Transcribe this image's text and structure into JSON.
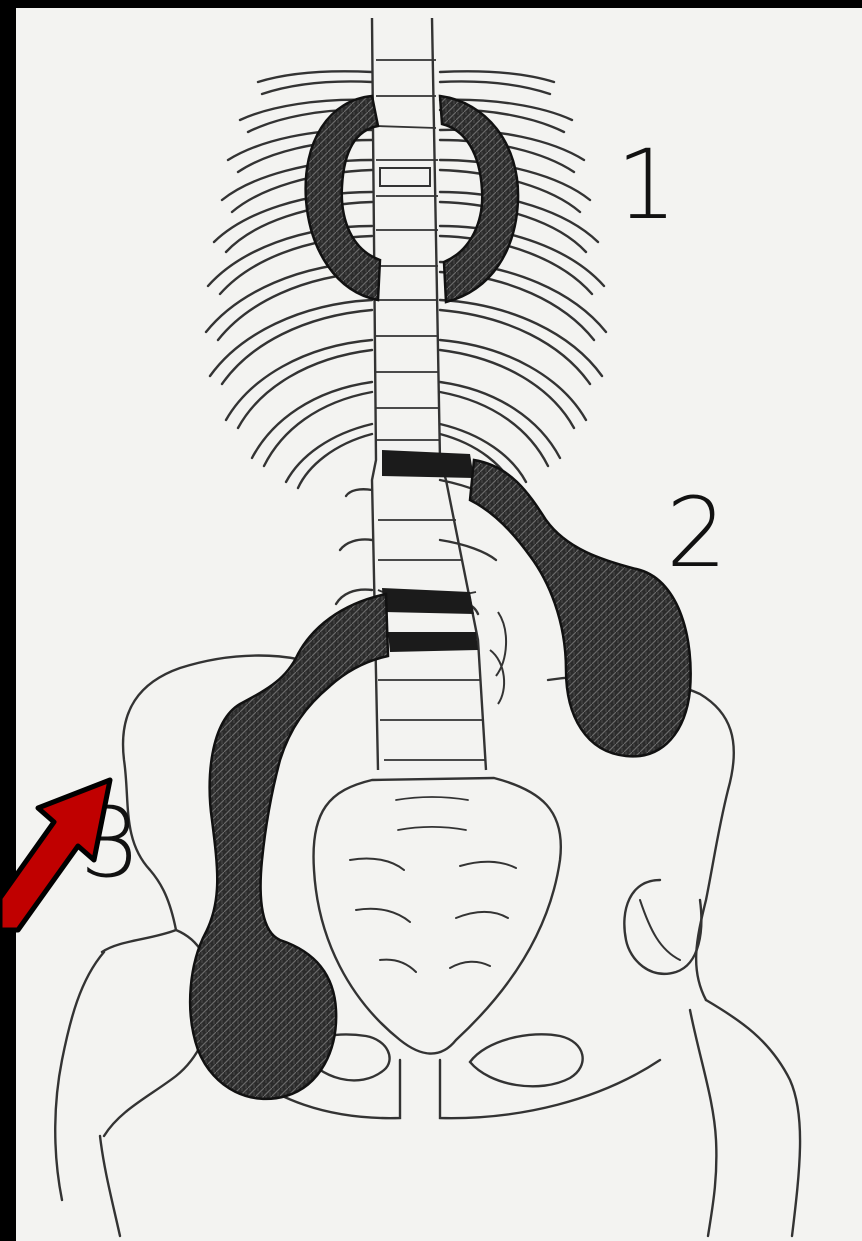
{
  "figure": {
    "labels": [
      "1",
      "2",
      "3"
    ],
    "colors": {
      "background": "#000000",
      "paper": "#f3f3f1",
      "ink": "#1a1a1a",
      "abscess_fill": "#2b2b2b",
      "arrow_fill": "#c00000",
      "arrow_stroke": "#000000"
    },
    "arrow": {
      "icon": "arrow-up-right-icon",
      "points_to": "label 3"
    }
  }
}
